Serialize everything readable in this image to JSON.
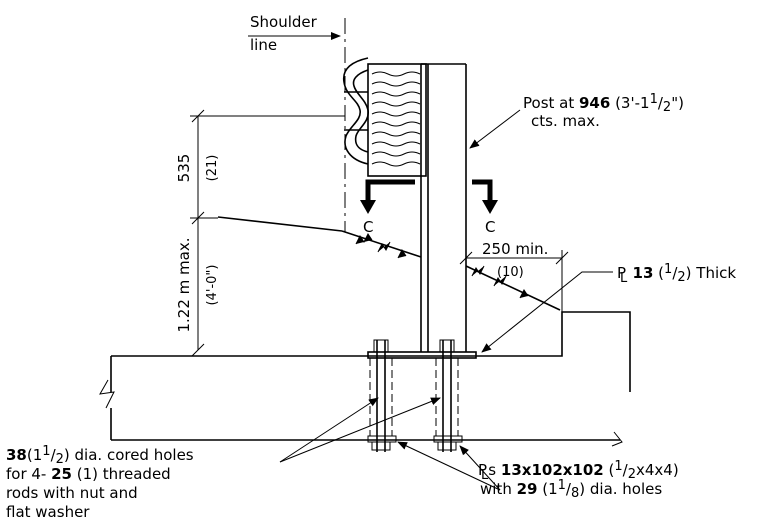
{
  "labels": {
    "shoulder_1": "Shoulder",
    "shoulder_2": "line",
    "post_1a": "Post at ",
    "post_1b": "946",
    "post_1c": " (3'-1",
    "post_1d": "1",
    "post_1e": "2",
    "post_1f": "\")",
    "post_2": "cts. max.",
    "dim_535": "535",
    "dim_21": "(21)",
    "dim_122": "1.22 m max.",
    "dim_4ft": "(4'-0\")",
    "dim_250": "250 min.",
    "dim_10": "(10)",
    "section_left": "C",
    "section_right": "C",
    "pl_a": "P",
    "pl_b": "L",
    "pl_c": " 13",
    "pl_d": " (",
    "pl_e": "1",
    "pl_f": "2",
    "pl_g": ") Thick",
    "holes_1a": "38",
    "holes_1b": "(1",
    "holes_1c": "1",
    "holes_1d": "2",
    "holes_1e": ") dia. cored holes",
    "holes_2a": "for 4- ",
    "holes_2b": "25",
    "holes_2c": " (1) threaded",
    "holes_3": "rods with nut and",
    "holes_4": "flat washer",
    "plates_1a": "P",
    "plates_1b": "L",
    "plates_1c": "s ",
    "plates_1d": "13x102x102",
    "plates_1e": " (",
    "plates_1f": "1",
    "plates_1g": "2",
    "plates_1h": "x4x4)",
    "plates_2a": "with ",
    "plates_2b": "29",
    "plates_2c": " (1",
    "plates_2d": "1",
    "plates_2e": "8",
    "plates_2f": ") dia. holes"
  }
}
